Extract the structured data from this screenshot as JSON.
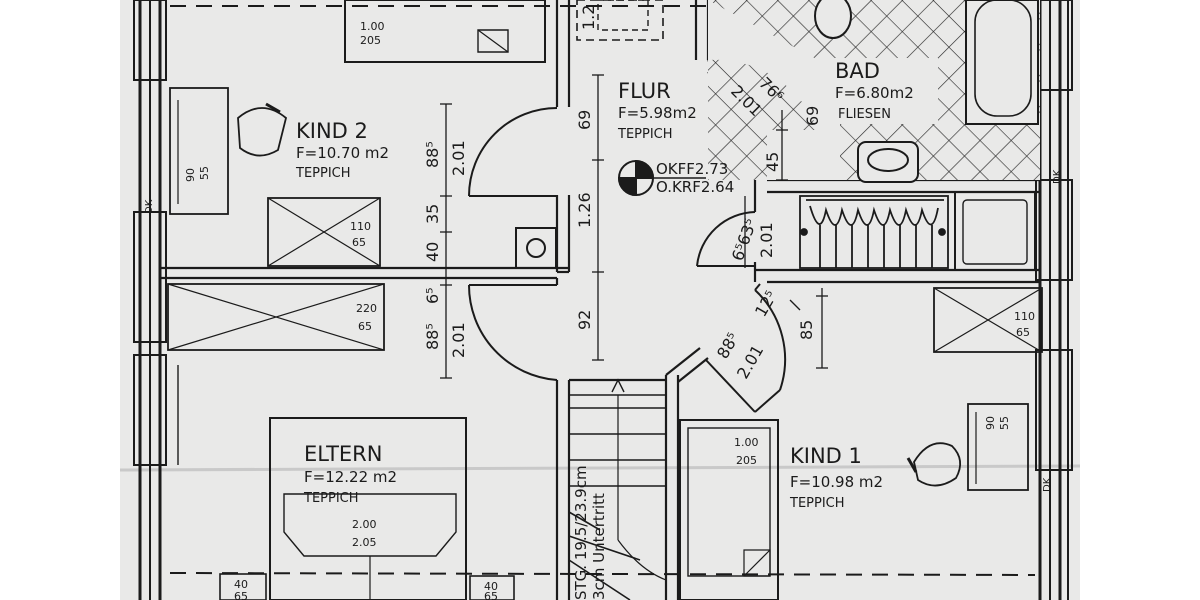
{
  "rooms": {
    "kind2": {
      "name": "KIND 2",
      "area": "F=10.70 m2",
      "floor": "TEPPICH"
    },
    "flur": {
      "name": "FLUR",
      "area": "F=5.98m2",
      "floor": "TEPPICH"
    },
    "bad": {
      "name": "BAD",
      "area": "F=6.80m2",
      "floor": "FLIESEN"
    },
    "eltern": {
      "name": "ELTERN",
      "area": "F=12.22 m2",
      "floor": "TEPPICH"
    },
    "kind1": {
      "name": "KIND 1",
      "area": "F=10.98 m2",
      "floor": "TEPPICH"
    }
  },
  "levels": {
    "okff": "OKFF2.73",
    "okrf": "O.KRF2.64"
  },
  "stairs": {
    "label": "STG. 19.5/23.9cm",
    "sub": "3cm Untertritt"
  },
  "dimensions": {
    "d_69": "69",
    "d_1_26": "1.26",
    "d_92": "92",
    "d_88_left": "88⁵",
    "d_201_left": "2.01",
    "d_35": "35",
    "d_40": "40",
    "d_65": "6⁵",
    "d_88_low": "88⁵",
    "d_201_low": "2.01",
    "d_45": "45",
    "d_69_bad": "69",
    "d_766": "76⁶",
    "d_201_bad": "2.01",
    "d_563": "6⁵63⁵",
    "d_201_mid": "2.01",
    "d_88_k1": "88⁵",
    "d_125": "12⁵",
    "d_201_k1": "2.01",
    "d_85": "85",
    "d_12_top": "1.2"
  },
  "furniture": {
    "bed_kind2": {
      "top": "1.00",
      "bottom": "205"
    },
    "desk_kind2": {
      "top": "90",
      "bottom": "55"
    },
    "wardrobe_kind2": {
      "top": "110",
      "bottom": "65"
    },
    "wardrobe_hall": {
      "top": "220",
      "bottom": "65"
    },
    "bed_eltern": {
      "top": "2.00",
      "bottom": "2.05"
    },
    "bed_kind1": {
      "top": "1.00",
      "bottom": "205"
    },
    "wardrobe_kind1": {
      "top": "110",
      "bottom": "65"
    },
    "desk_kind1": {
      "top": "90",
      "bottom": "55"
    },
    "cab_left": {
      "top": "40",
      "bottom": "65"
    },
    "cab_right": {
      "top": "40",
      "bottom": "65"
    }
  },
  "window_marks": {
    "left": "DK",
    "right_top": "DK",
    "right_bottom": "DK"
  },
  "colors": {
    "paper": "#e9e9e8",
    "ink": "#1b1b1b",
    "background": "#ffffff"
  }
}
